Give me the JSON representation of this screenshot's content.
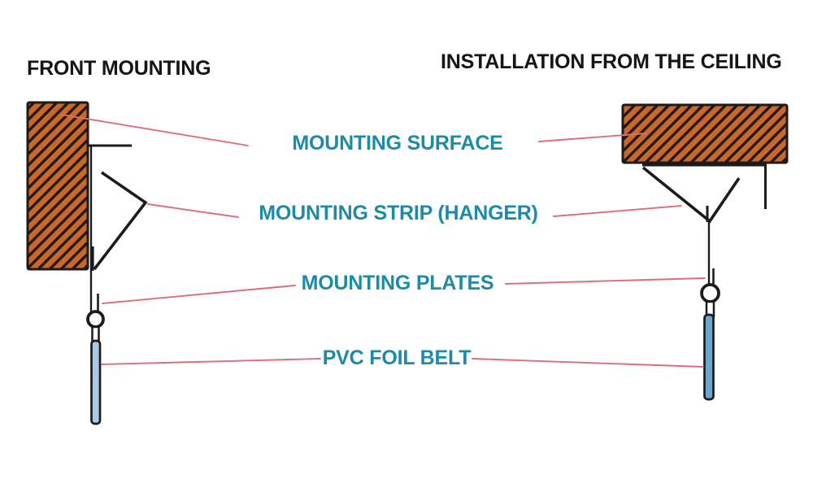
{
  "titles": {
    "left": "FRONT MOUNTING",
    "right": "INSTALLATION FROM THE CEILING"
  },
  "labels": {
    "surface": "MOUNTING SURFACE",
    "strip": "MOUNTING STRIP (HANGER)",
    "plates": "MOUNTING PLATES",
    "belt": "PVC FOIL BELT"
  },
  "colors": {
    "label-teal": "#1d8ba6",
    "leader-pink": "#dd6e75",
    "wood-orange": "#c8682a",
    "line-black": "#1b1b1b",
    "belt-blue-left": "#a9c9e2",
    "belt-blue-right": "#6ea6d2",
    "background": "#ffffff"
  },
  "icons": {
    "hatch-pattern": "diagonal-hatch-wood-cross-section"
  }
}
